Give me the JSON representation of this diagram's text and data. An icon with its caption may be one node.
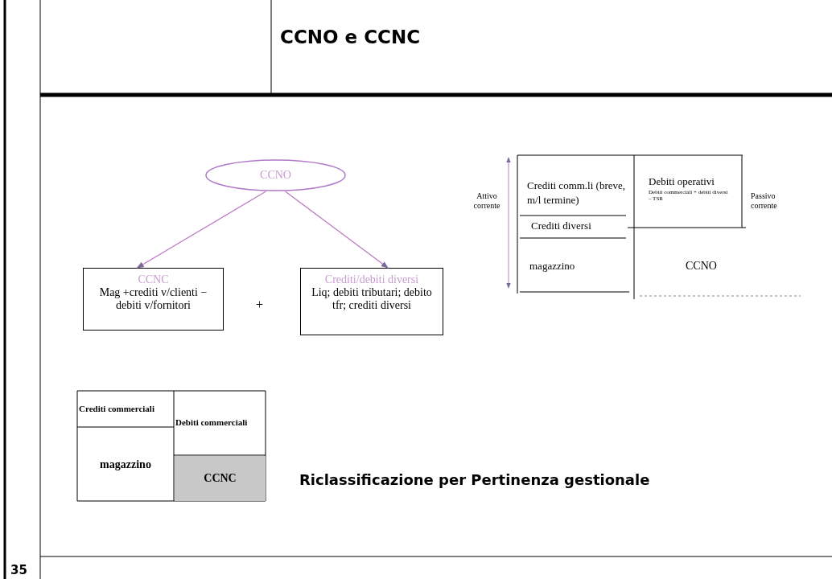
{
  "diagram": {
    "title": "CCNO e CCNC",
    "nodes": [
      {
        "text": [
          "CCNO"
        ]
      },
      {
        "text": [
          "CCNC",
          "Mag +crediti v/clienti − debiti v/fornitori"
        ]
      },
      {
        "text": [
          "Crediti/debiti diversi",
          "Liq; debiti tributari; debito tfr; crediti diversi"
        ]
      }
    ],
    "edges": [
      {
        "from": 0,
        "to": 1,
        "arrow": "to"
      },
      {
        "from": 0,
        "to": 2,
        "arrow": "to"
      }
    ],
    "labels": [
      "+",
      "Attivo corrente",
      "Crediti comm.li (breve, m/l termine)",
      "Debiti operativi",
      "Debiti commerciali + debiti diversi – TSR",
      "Passivo corrente",
      "Crediti diversi",
      "magazzino",
      "CCNO",
      "Crediti commerciali",
      "Debiti commerciali",
      "magazzino",
      "CCNC",
      "Riclassificazione per Pertinenza gestionale",
      "35"
    ]
  }
}
